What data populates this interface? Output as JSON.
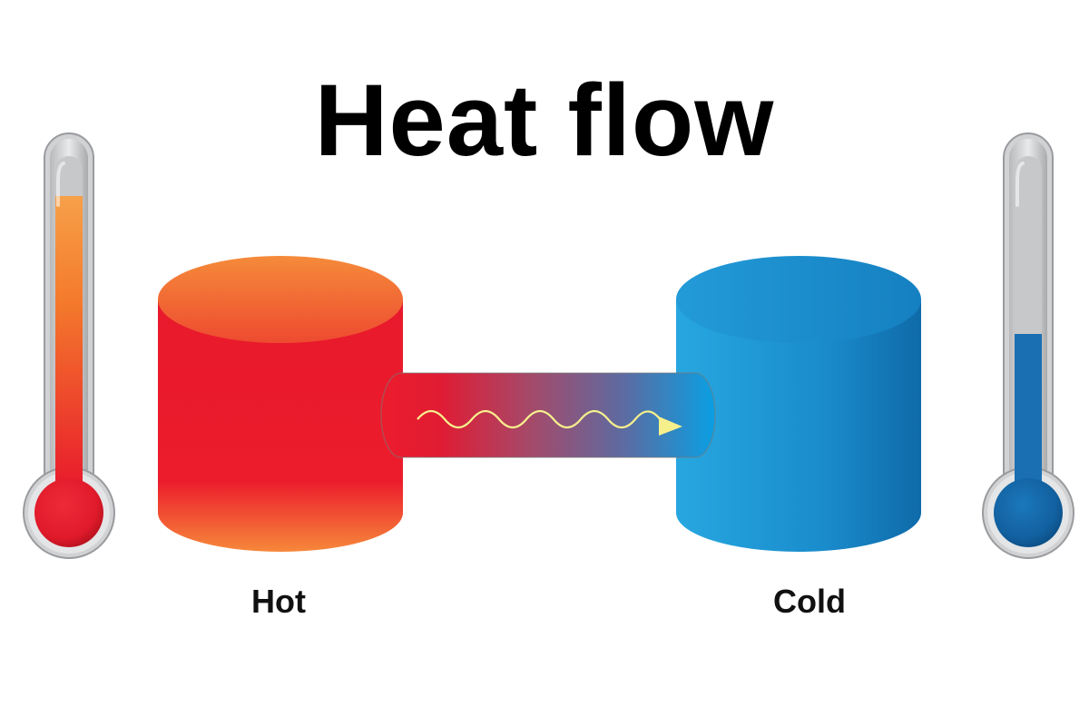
{
  "title": "Heat flow",
  "labels": {
    "hot": "Hot",
    "cold": "Cold"
  },
  "thermometers": {
    "hot": {
      "fill_level": 0.88,
      "liquid_color": "#f7941d",
      "bulb_color": "#e8192c"
    },
    "cold": {
      "fill_level": 0.47,
      "liquid_color": "#1a73b8",
      "bulb_color": "#1565a6"
    }
  },
  "colors": {
    "hot_body": "#ec1c2c",
    "hot_top": "#f47a30",
    "cold_body": "#1e9ad6",
    "cold_top": "#1b88c7",
    "flow_arrow": "#f6f08c"
  }
}
